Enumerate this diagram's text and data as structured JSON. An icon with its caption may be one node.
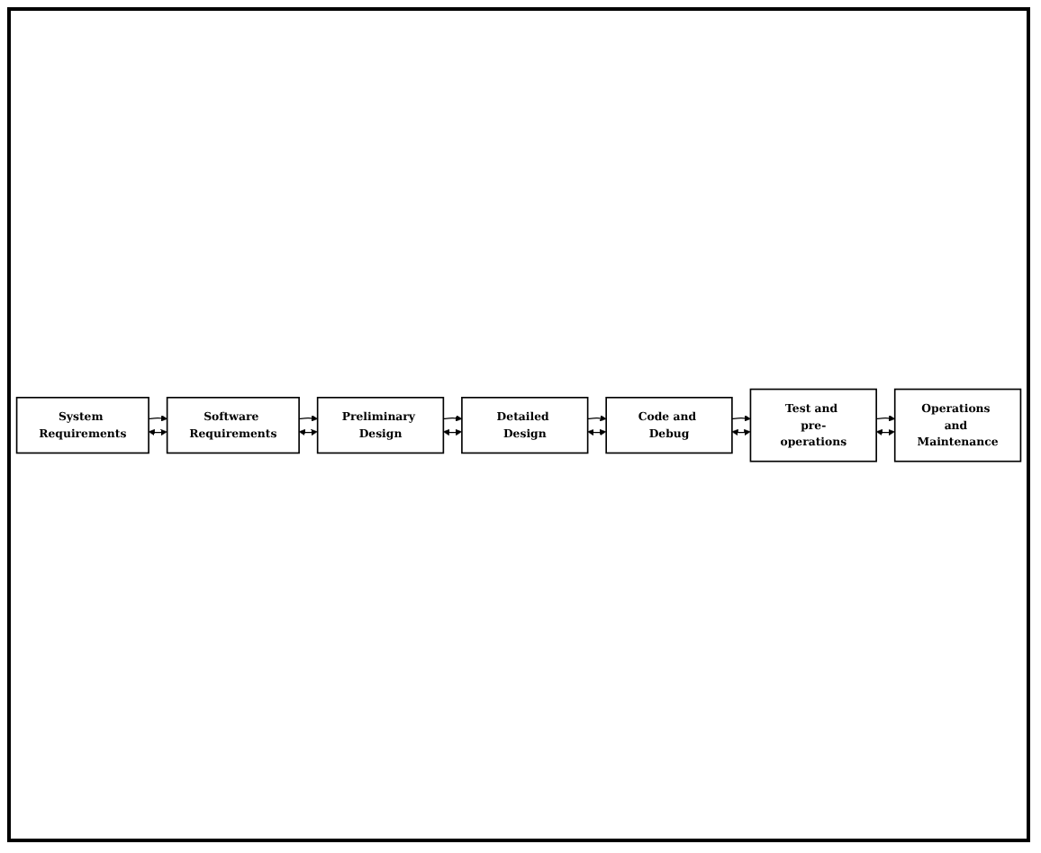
{
  "diagram": {
    "nodes": [
      {
        "text": [
          "System Requirements"
        ]
      },
      {
        "text": [
          "Software Requirements"
        ]
      },
      {
        "text": [
          "Preliminary Design"
        ]
      },
      {
        "text": [
          "Detailed Design"
        ]
      },
      {
        "text": [
          "Code and Debug"
        ]
      },
      {
        "text": [
          "Test and pre-operations"
        ]
      },
      {
        "text": [
          "Operations and Maintenance"
        ]
      }
    ],
    "edges": [
      {
        "from": 0,
        "to": 1,
        "arrow": "to"
      },
      {
        "from": 1,
        "to": 0,
        "arrow": "both"
      },
      {
        "from": 1,
        "to": 2,
        "arrow": "to"
      },
      {
        "from": 2,
        "to": 1,
        "arrow": "both"
      },
      {
        "from": 2,
        "to": 3,
        "arrow": "to"
      },
      {
        "from": 3,
        "to": 2,
        "arrow": "both"
      },
      {
        "from": 3,
        "to": 4,
        "arrow": "to"
      },
      {
        "from": 4,
        "to": 3,
        "arrow": "both"
      },
      {
        "from": 4,
        "to": 5,
        "arrow": "to"
      },
      {
        "from": 5,
        "to": 4,
        "arrow": "both"
      },
      {
        "from": 5,
        "to": 6,
        "arrow": "to"
      },
      {
        "from": 6,
        "to": 5,
        "arrow": "both"
      }
    ]
  }
}
